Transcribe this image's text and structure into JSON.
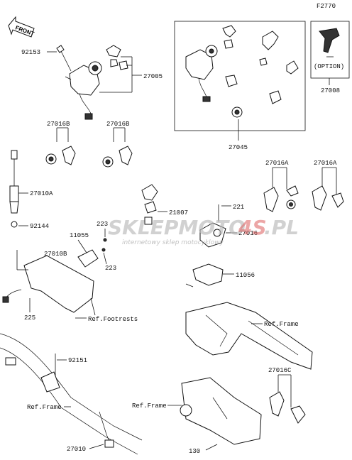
{
  "figure_code": "F2770",
  "front_label": "FRONT",
  "watermark": {
    "brand": "SKLEPMOTO",
    "brand_highlight": "4S",
    "tld": ".PL",
    "tagline": "internetowy sklep motocyklowy"
  },
  "parts": {
    "p27005": "27005",
    "p92153": "92153",
    "p27008": "27008",
    "option": "(OPTION)",
    "p27045": "27045",
    "p27016B_1": "27016B",
    "p27016B_2": "27016B",
    "p27016A_1": "27016A",
    "p27016A_2": "27016A",
    "p27010A": "27010A",
    "p92144": "92144",
    "p223_1": "223",
    "p11055": "11055",
    "p223_2": "223",
    "p27010B": "27010B",
    "p225": "225",
    "ref_footrests": "Ref.Footrests",
    "p21007": "21007",
    "p221": "221",
    "p27016": "27016",
    "p11056": "11056",
    "ref_frame_1": "Ref.Frame",
    "p92151": "92151",
    "ref_frame_2": "Ref.Frame",
    "p27010": "27010",
    "ref_frame_3": "Ref.Frame",
    "p27016C": "27016C",
    "p130": "130"
  }
}
